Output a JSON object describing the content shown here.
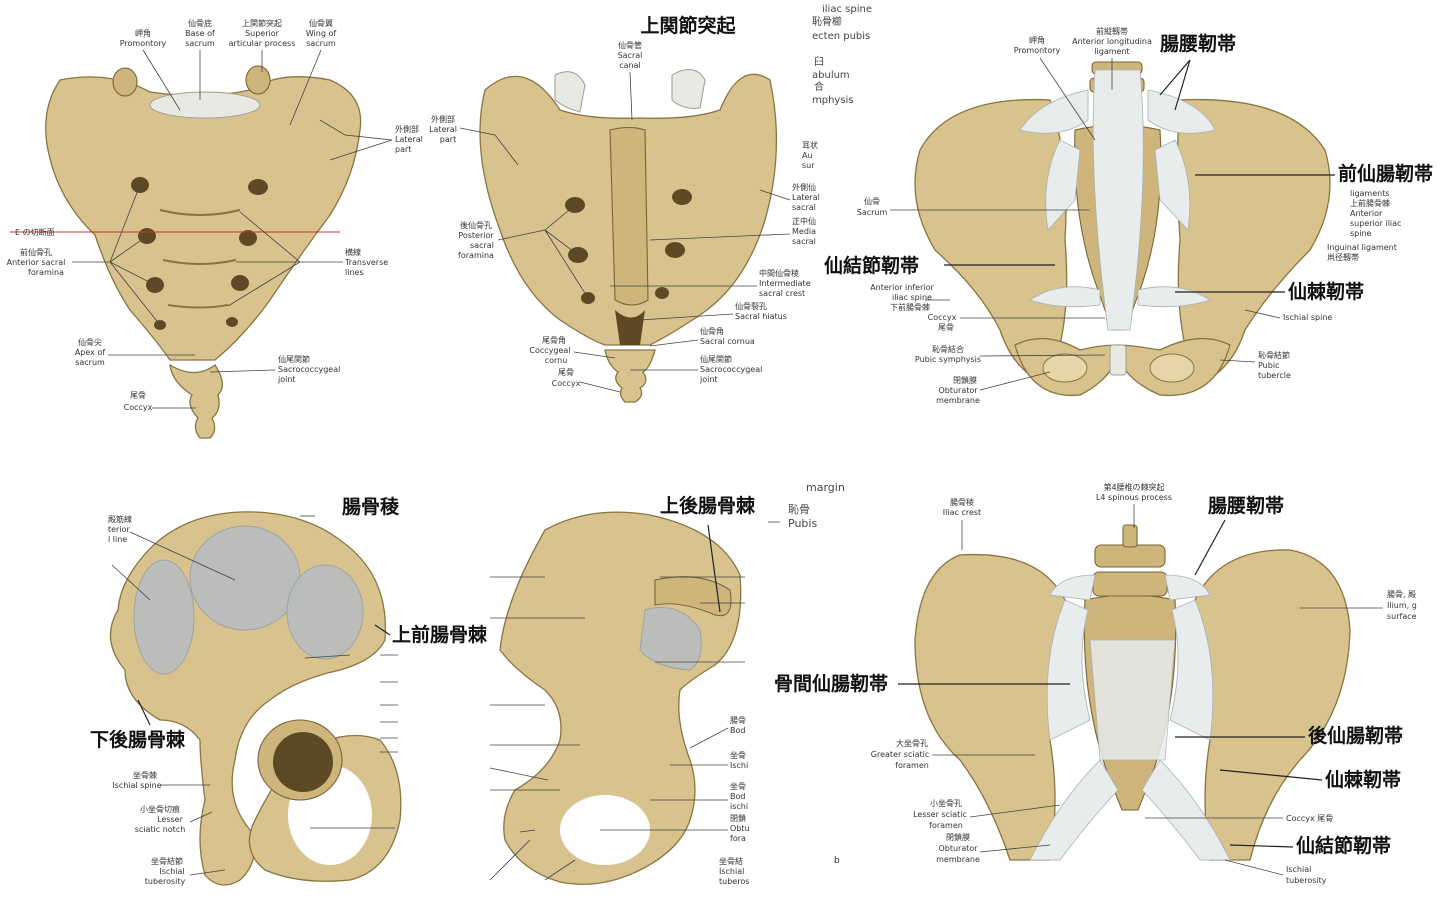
{
  "panel_a": {
    "promontory": [
      "岬角",
      "Promontory"
    ],
    "base": [
      "仙骨底",
      "Base of",
      "sacrum"
    ],
    "sup_art": [
      "上関節突起",
      "Superior",
      "articular process"
    ],
    "wing": [
      "仙骨翼",
      "Wing of",
      "sacrum"
    ],
    "lateral": [
      "外側部",
      "Lateral",
      "part"
    ],
    "section": "E の切断面",
    "ant_foramina": [
      "前仙骨孔",
      "Anterior sacral",
      "foramina"
    ],
    "transverse": [
      "横線",
      "Transverse",
      "lines"
    ],
    "apex": [
      "仙骨尖",
      "Apex of",
      "sacrum"
    ],
    "sacrococcygeal": [
      "仙尾関節",
      "Sacrococcygeal",
      "joint"
    ],
    "coccyx": [
      "尾骨",
      "Coccyx"
    ]
  },
  "panel_b": {
    "big_title": "上関節突起",
    "sacral_canal": [
      "仙骨管",
      "Sacral",
      "canal"
    ],
    "lateral": [
      "外側部",
      "Lateral",
      "part"
    ],
    "post_foramina": [
      "後仙骨孔",
      "Posterior",
      "sacral",
      "foramina"
    ],
    "auricular": [
      "耳状",
      "Au",
      "sur"
    ],
    "lateral_crest": [
      "外側仙",
      "Lateral",
      "sacral"
    ],
    "median": [
      "正中仙",
      "Media",
      "sacral"
    ],
    "intermediate": [
      "中間仙骨稜",
      "Intermediate",
      "sacral crest"
    ],
    "hiatus": [
      "仙骨裂孔",
      "Sacral hiatus"
    ],
    "coccygeal_cornu": [
      "尾骨角",
      "Coccygeal",
      "cornu"
    ],
    "sacral_cornu": [
      "仙骨角",
      "Sacral cornua"
    ],
    "sacrococcygeal": [
      "仙尾関節",
      "Sacrococcygeal",
      "joint"
    ],
    "coccyx": [
      "尾骨",
      "Coccyx"
    ],
    "cut_top": [
      "iliac spine",
      "恥骨櫛",
      "ecten pubis",
      "臼",
      "abulum",
      "合",
      "mphysis"
    ]
  },
  "panel_c": {
    "promontory": [
      "岬角",
      "Promontory"
    ],
    "alig": [
      "前縦靱帯",
      "Anterior longitudina",
      "ligament"
    ],
    "iliolumbar": "腸腰靭帯",
    "ant_sacroiliac": "前仙腸靭帯",
    "asis": [
      "ligaments",
      "上前腸骨棘",
      "Anterior",
      "superior iliac",
      "spine"
    ],
    "inguinal": [
      "Inguinal ligament",
      "鼡径靱帯"
    ],
    "sacrum": [
      "仙骨",
      "Sacrum"
    ],
    "sacrotuberous": "仙結節靭帯",
    "aiis": [
      "Anterior inferior",
      "iliac spine",
      "下前腸骨棘"
    ],
    "sacrospinous": "仙棘靭帯",
    "ischial_spine": "Ischial spine",
    "coccyx": [
      "Coccyx",
      "尾骨"
    ],
    "pubic_symphysis": [
      "恥骨結合",
      "Pubic symphysis"
    ],
    "obturator": [
      "閉鎖膜",
      "Obturator",
      "membrane"
    ],
    "pubic_tubercle": [
      "恥骨結節",
      "Pubic",
      "tubercle"
    ]
  },
  "panel_d": {
    "ant_gluteal": [
      "殿筋線",
      "terior",
      "l line"
    ],
    "iliac_crest": "腸骨稜",
    "asis": "上前腸骨棘",
    "pi_iliac": "下後腸骨棘",
    "ischial_spine": [
      "坐骨棘",
      "Ischial spine"
    ],
    "lesser_notch": [
      "小坐骨切痕",
      "Lesser",
      "sciatic notch"
    ],
    "ischial_tub": [
      "坐骨結節",
      "Ischial",
      "tuberosity"
    ]
  },
  "panel_e": {
    "psis": "上後腸骨棘",
    "margin": "margin",
    "pubis": [
      "恥骨",
      "Pubis"
    ],
    "ilium_body": [
      "腸骨",
      "Bod"
    ],
    "ischium": [
      "坐骨",
      "Ischi"
    ],
    "ischium_body": [
      "坐骨",
      "Bod",
      "ischi"
    ],
    "obturator": [
      "閉鎖",
      "Obtu",
      "fora"
    ],
    "ischial_tub": [
      "坐骨結",
      "Ischial",
      "tuberos"
    ],
    "fig_letter": "b"
  },
  "panel_f": {
    "l4": [
      "第4腰椎の棘突起",
      "L4 spinous process"
    ],
    "iliac_crest": [
      "腸骨稜",
      "Iliac crest"
    ],
    "iliolumbar": "腸腰靭帯",
    "interosseous": "骨間仙腸靭帯",
    "ilium": [
      "腸骨, 殿",
      "Ilium, g",
      "surface"
    ],
    "greater_sciatic": [
      "大坐骨孔",
      "Greater sciatic",
      "foramen"
    ],
    "post_sacroiliac": "後仙腸靭帯",
    "sacrospinous": "仙棘靭帯",
    "lesser_sciatic": [
      "小坐骨孔",
      "Lesser sciatic",
      "foramen"
    ],
    "coccyx": "Coccyx 尾骨",
    "obturator": [
      "閉鎖膜",
      "Obturator",
      "membrane"
    ],
    "sacrotuberous": "仙結節靭帯",
    "ischial_tub": [
      "Ischial",
      "tuberosity"
    ]
  }
}
